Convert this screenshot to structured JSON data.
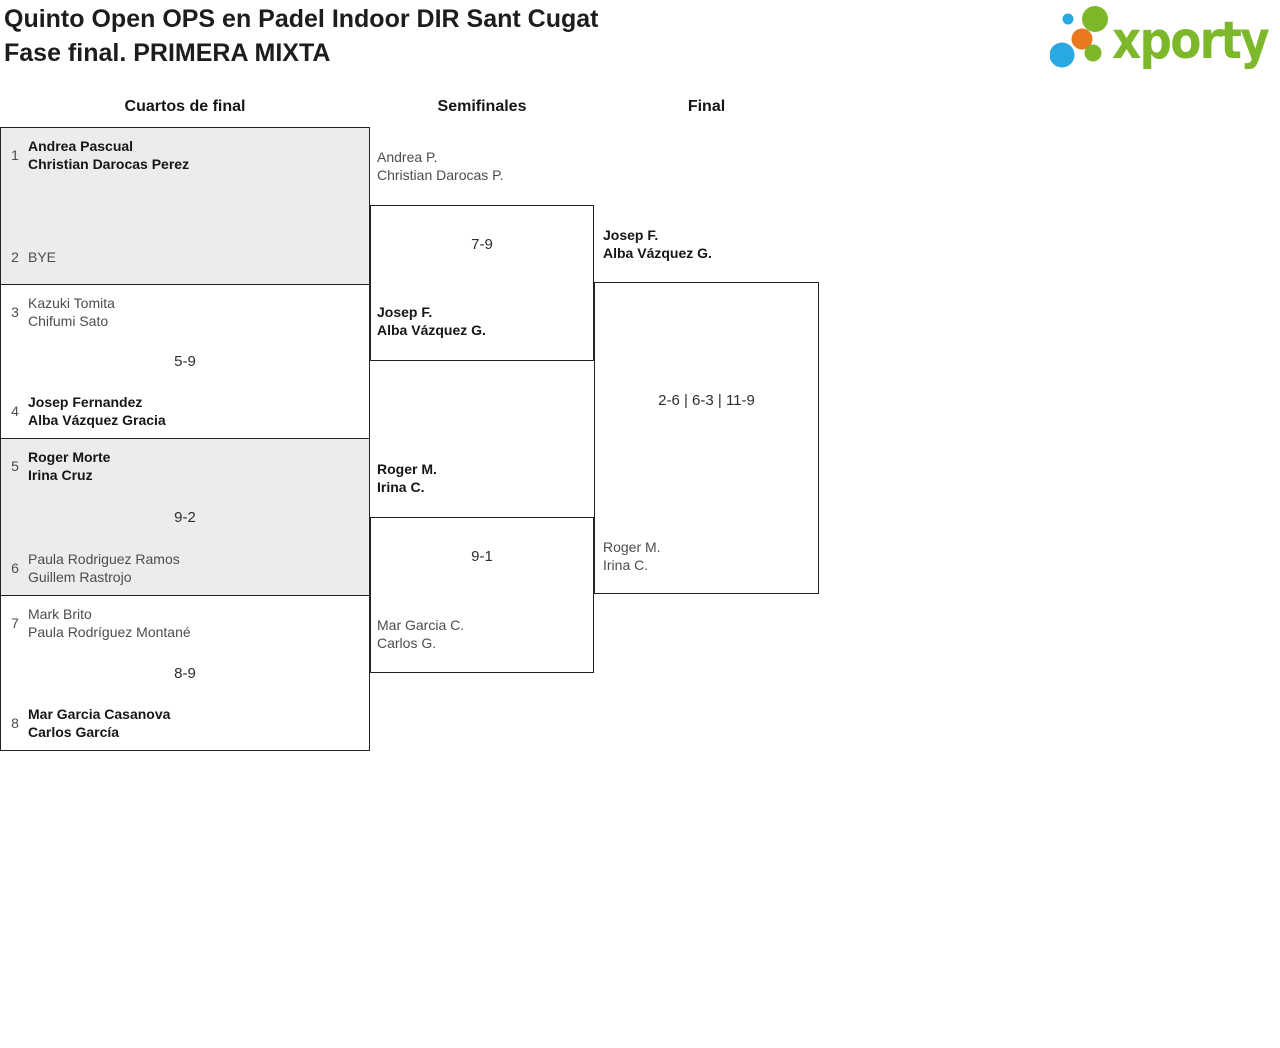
{
  "title": {
    "line1": "Quinto Open OPS en Padel Indoor DIR Sant Cugat",
    "line2": "Fase final. PRIMERA MIXTA"
  },
  "logo": {
    "text": "xporty",
    "green": "#7cb829",
    "blue": "#29a9e1",
    "orange": "#e8791f"
  },
  "rounds": {
    "quarterfinals": "Cuartos de final",
    "semifinals": "Semifinales",
    "final": "Final"
  },
  "bracket": {
    "quarterfinals": [
      {
        "seed1": "1",
        "team1_player1": "Andrea Pascual",
        "team1_player2": "Christian Darocas Perez",
        "team1_winner": true,
        "score": "",
        "seed2": "2",
        "team2_player1": "BYE",
        "team2_player2": "",
        "team2_winner": false
      },
      {
        "seed1": "3",
        "team1_player1": "Kazuki Tomita",
        "team1_player2": "Chifumi Sato",
        "team1_winner": false,
        "score": "5-9",
        "seed2": "4",
        "team2_player1": "Josep Fernandez",
        "team2_player2": "Alba Vázquez Gracia",
        "team2_winner": true
      },
      {
        "seed1": "5",
        "team1_player1": "Roger Morte",
        "team1_player2": "Irina Cruz",
        "team1_winner": true,
        "score": "9-2",
        "seed2": "6",
        "team2_player1": "Paula Rodriguez Ramos",
        "team2_player2": "Guillem Rastrojo",
        "team2_winner": false
      },
      {
        "seed1": "7",
        "team1_player1": "Mark Brito",
        "team1_player2": "Paula Rodríguez Montané",
        "team1_winner": false,
        "score": "8-9",
        "seed2": "8",
        "team2_player1": "Mar Garcia Casanova",
        "team2_player2": "Carlos García",
        "team2_winner": true
      }
    ],
    "semifinals": [
      {
        "team1_player1": "Andrea P.",
        "team1_player2": "Christian Darocas P.",
        "team1_winner": false,
        "score": "7-9",
        "team2_player1": "Josep F.",
        "team2_player2": "Alba Vázquez G.",
        "team2_winner": true
      },
      {
        "team1_player1": "Roger M.",
        "team1_player2": "Irina C.",
        "team1_winner": true,
        "score": "9-1",
        "team2_player1": "Mar Garcia C.",
        "team2_player2": "Carlos G.",
        "team2_winner": false
      }
    ],
    "final": {
      "team1_player1": "Josep F.",
      "team1_player2": "Alba Vázquez G.",
      "team1_winner": true,
      "score": "2-6 | 6-3 | 11-9",
      "team2_player1": "Roger M.",
      "team2_player2": "Irina C.",
      "team2_winner": false
    }
  }
}
